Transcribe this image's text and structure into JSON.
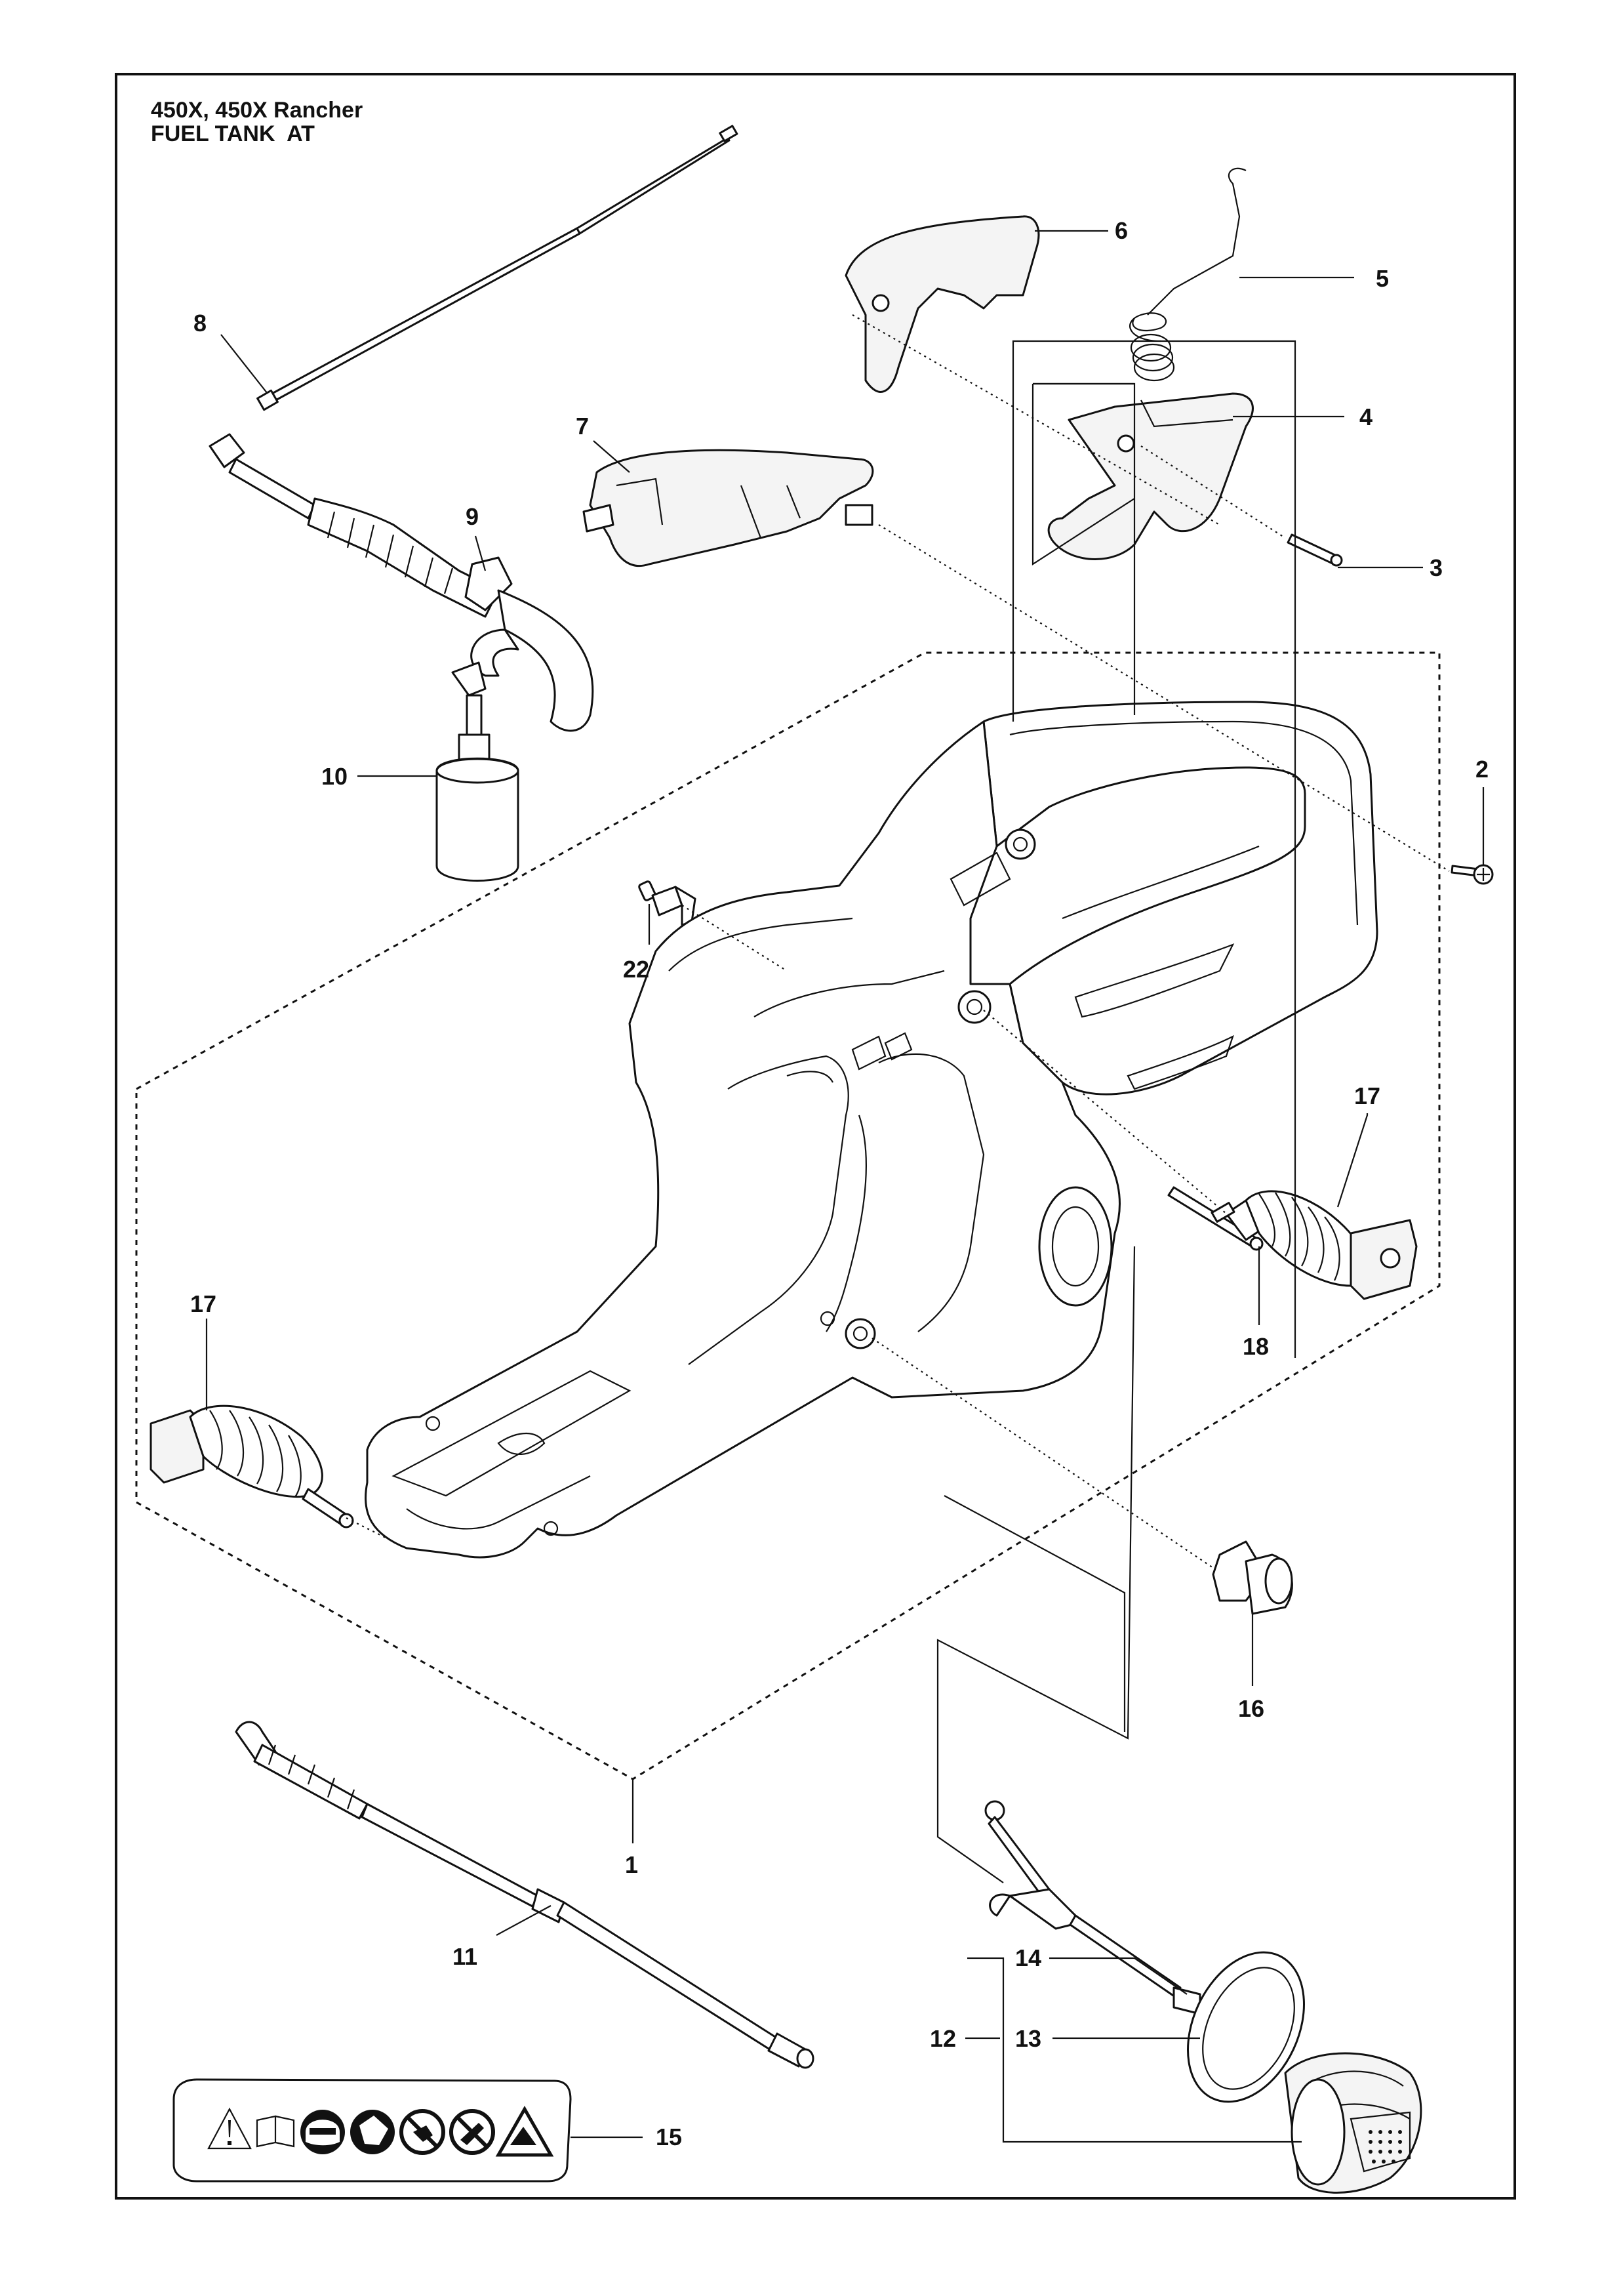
{
  "header": {
    "model": "450X, 450X Rancher",
    "section": "FUEL TANK  AT"
  },
  "callouts": [
    "1",
    "2",
    "3",
    "4",
    "5",
    "6",
    "7",
    "8",
    "9",
    "10",
    "11",
    "12",
    "13",
    "14",
    "15",
    "16",
    "17",
    "17",
    "18",
    "22"
  ]
}
